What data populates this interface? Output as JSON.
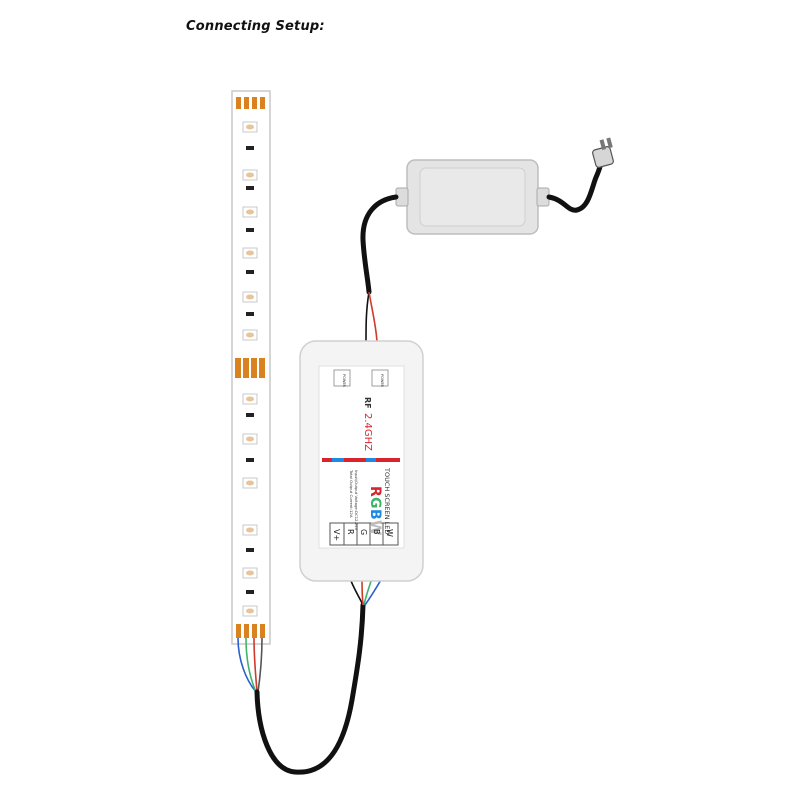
{
  "title": "Connecting Setup:",
  "controller": {
    "rf_label": "RF",
    "rf_freq": "2.4GHZ",
    "product_line1": "TOUCH SCREEN LED",
    "rgbw_r": "R",
    "rgbw_g": "G",
    "rgbw_b": "B",
    "rgbw_w": "W",
    "power_label": "POWER",
    "output_label": "POWER",
    "spec_line1": "Input/Output Voltage:DC12-24V",
    "spec_line2": "Total Output Current:12A",
    "terminals": [
      "W",
      "B",
      "G",
      "R",
      "V+"
    ]
  },
  "colors": {
    "strip_pad": "#d9821f",
    "cable": "#111111",
    "adapter_body": "#e4e4e4",
    "controller_body": "#f4f4f4",
    "wire_red": "#d03a2a",
    "wire_green": "#3fb36a",
    "wire_blue": "#2a5fd0",
    "wire_white": "#cfcfcf",
    "divider_red": "#d9232d",
    "divider_blue": "#1e88e5"
  },
  "icons": [
    "led-chip-icon",
    "power-plug-icon"
  ]
}
